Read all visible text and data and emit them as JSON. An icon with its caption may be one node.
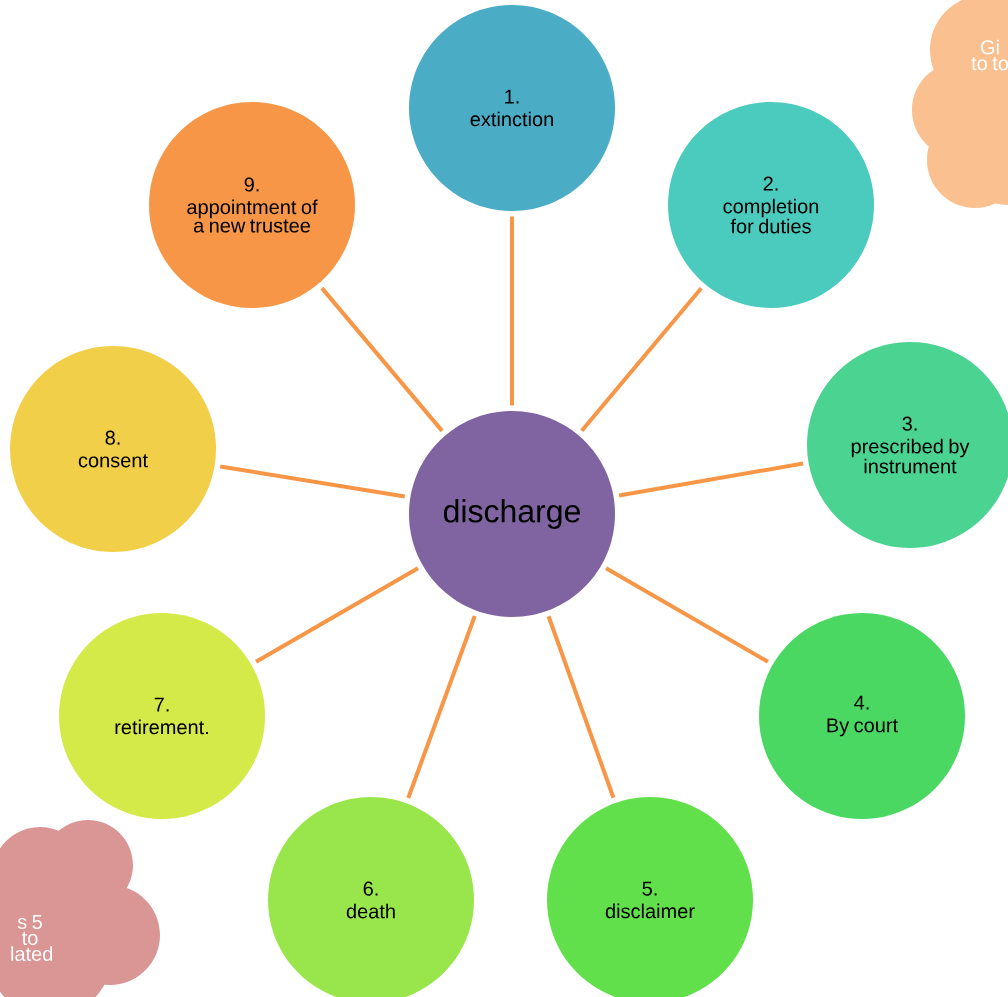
{
  "diagram": {
    "nodes": [
      {
        "text": [
          "discharge"
        ]
      },
      {
        "text": [
          "1.",
          "extinction"
        ]
      },
      {
        "text": [
          "2.",
          "completion for duties"
        ]
      },
      {
        "text": [
          "3.",
          "prescribed by instrument"
        ]
      },
      {
        "text": [
          "4.",
          "By court"
        ]
      },
      {
        "text": [
          "5.",
          "disclaimer"
        ]
      },
      {
        "text": [
          "6.",
          "death"
        ]
      },
      {
        "text": [
          "7.",
          "retirement."
        ]
      },
      {
        "text": [
          "8.",
          "consent"
        ]
      },
      {
        "text": [
          "9.",
          "appointment of a new trustee"
        ]
      },
      {
        "text": [
          "Gi to to"
        ]
      },
      {
        "text": [
          "s 5 to lated"
        ]
      }
    ],
    "edges": [
      {
        "from": 0,
        "to": 1,
        "arrow": "none"
      },
      {
        "from": 0,
        "to": 2,
        "arrow": "none"
      },
      {
        "from": 0,
        "to": 3,
        "arrow": "none"
      },
      {
        "from": 0,
        "to": 4,
        "arrow": "none"
      },
      {
        "from": 0,
        "to": 5,
        "arrow": "none"
      },
      {
        "from": 0,
        "to": 6,
        "arrow": "none"
      },
      {
        "from": 0,
        "to": 7,
        "arrow": "none"
      },
      {
        "from": 0,
        "to": 8,
        "arrow": "none"
      },
      {
        "from": 0,
        "to": 9,
        "arrow": "none"
      }
    ]
  }
}
